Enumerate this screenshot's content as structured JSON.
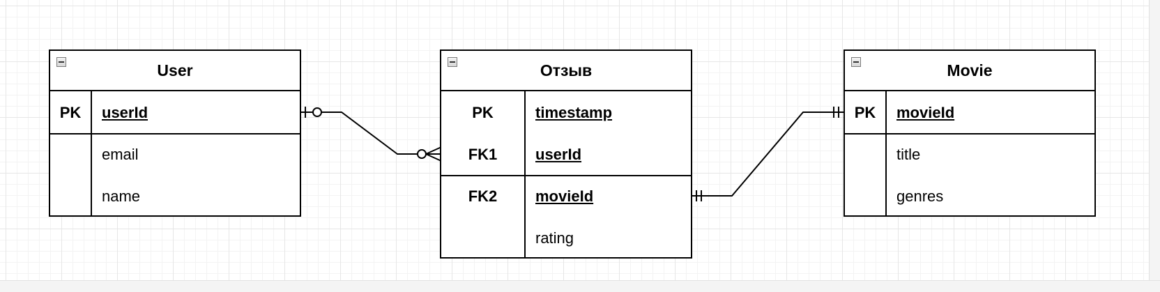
{
  "entities": {
    "user": {
      "title": "User",
      "rows": [
        {
          "key": "PK",
          "field": "userId"
        },
        {
          "key": "",
          "field": "email"
        },
        {
          "key": "",
          "field": "name"
        }
      ]
    },
    "review": {
      "title": "Отзыв",
      "rows": [
        {
          "key": "PK",
          "field": "timestamp"
        },
        {
          "key": "FK1",
          "field": "userId"
        },
        {
          "key": "FK2",
          "field": "movieId"
        },
        {
          "key": "",
          "field": "rating"
        }
      ]
    },
    "movie": {
      "title": "Movie",
      "rows": [
        {
          "key": "PK",
          "field": "movieId"
        },
        {
          "key": "",
          "field": "title"
        },
        {
          "key": "",
          "field": "genres"
        }
      ]
    }
  },
  "relationships": [
    {
      "from": "user.userId",
      "to": "review.userId",
      "from_cardinality": "zero-or-one",
      "to_cardinality": "zero-or-many"
    },
    {
      "from": "review.movieId",
      "to": "movie.movieId",
      "from_cardinality": "one-and-only-one",
      "to_cardinality": "one-and-only-one"
    }
  ]
}
